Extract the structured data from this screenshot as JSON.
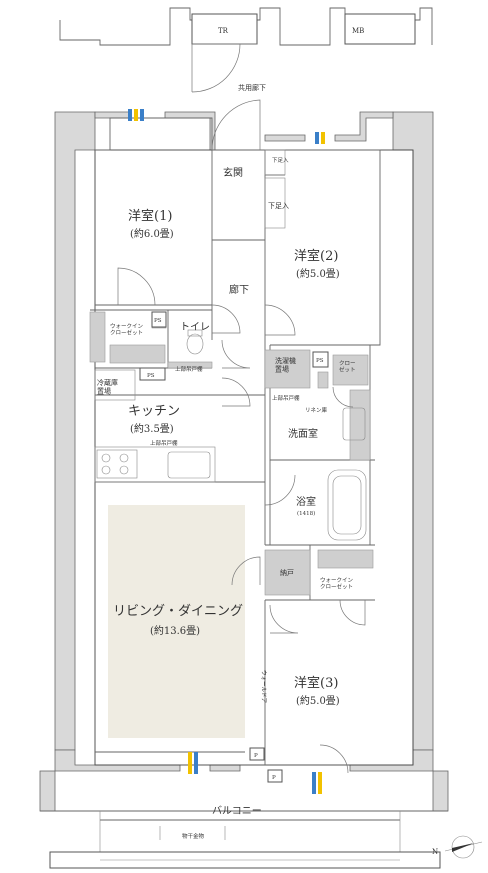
{
  "labels": {
    "tr": "TR",
    "mb": "MB",
    "common_corridor": "共用廊下",
    "genkan": "玄関",
    "geta1": "下足入",
    "geta2": "下足入",
    "room1_name": "洋室(1)",
    "room1_size": "(約6.0畳)",
    "room2_name": "洋室(2)",
    "room2_size": "(約5.0畳)",
    "hallway": "廊下",
    "wic1": "ウォークイン\nクローゼット",
    "ps1": "PS",
    "toilet": "トイレ",
    "upper_shelf1": "上部吊戸棚",
    "ps2": "PS",
    "fridge": "冷蔵庫\n置場",
    "kitchen_name": "キッチン",
    "kitchen_size": "(約3.5畳)",
    "upper_shelf2": "上部吊戸棚",
    "washer": "洗濯機\n置場",
    "ps3": "PS",
    "closet": "クロー\nゼット",
    "upper_shelf3": "上部吊戸棚",
    "linen": "リネン庫",
    "washroom": "洗面室",
    "bath_name": "浴室",
    "bath_size": "(1418)",
    "storage": "納戸",
    "wic2": "ウォークイン\nクローゼット",
    "ld_name": "リビング・ダイニング",
    "ld_size": "(約13.6畳)",
    "wall_door": "ウォールドア",
    "room3_name": "洋室(3)",
    "room3_size": "(約5.0畳)",
    "p1": "P",
    "p2": "P",
    "balcony": "バルコニー",
    "drying": "物干金物",
    "north": "N"
  },
  "colors": {
    "closet_fill": "#cfcfcf",
    "rug_fill": "#efece2",
    "window_yellow": "#f2c200",
    "window_blue": "#3a7fc8"
  }
}
